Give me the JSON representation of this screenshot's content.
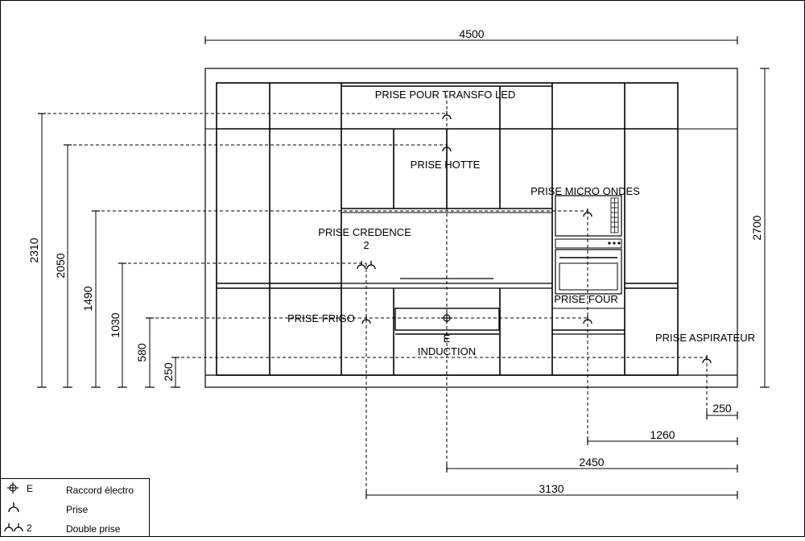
{
  "overall": {
    "width_label": "4500",
    "height_label": "2700"
  },
  "labels": {
    "transfo_led": "PRISE POUR TRANSFO LED",
    "hotte": "PRISE HOTTE",
    "micro_ondes": "PRISE MICRO ONDES",
    "credence": "PRISE CREDENCE",
    "credence_count": "2",
    "four": "PRISE FOUR",
    "frigo": "PRISE FRIGO",
    "aspirateur": "PRISE ASPIRATEUR",
    "induction_code": "E",
    "induction": "INDUCTION"
  },
  "height_dims": [
    "2310",
    "2050",
    "1490",
    "1030",
    "580",
    "250"
  ],
  "horizontal_dims": [
    "250",
    "1260",
    "2450",
    "3130"
  ],
  "legend": [
    {
      "symbol": "raccord-electro",
      "code": "E",
      "label": "Raccord électro"
    },
    {
      "symbol": "prise",
      "code": "",
      "label": "Prise"
    },
    {
      "symbol": "double-prise",
      "code": "2",
      "label": "Double prise"
    }
  ]
}
